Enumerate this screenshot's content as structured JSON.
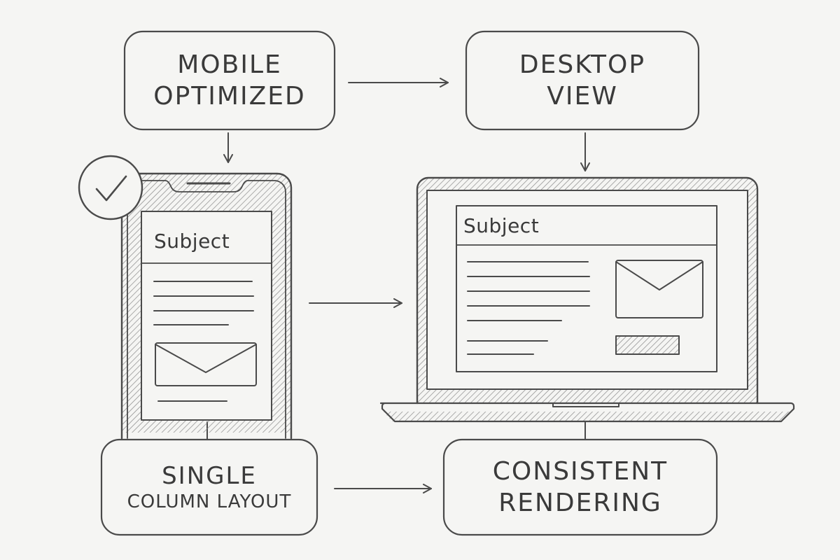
{
  "boxes": {
    "mobile_optimized": {
      "line1": "MOBILE",
      "line2": "OPTIMIZED"
    },
    "desktop_view": {
      "line1": "DESKTOP",
      "line2": "VIEW"
    },
    "single_column": {
      "line1": "SINGLE",
      "line2": "COLUMN LAYOUT"
    },
    "consistent_rendering": {
      "line1": "CONSISTENT",
      "line2": "RENDERING"
    }
  },
  "phone": {
    "subject": "Subject",
    "check_icon": "checkmark-icon",
    "envelope_icon": "envelope-icon"
  },
  "laptop": {
    "subject": "Subject",
    "envelope_icon": "envelope-icon"
  },
  "colors": {
    "background": "#f5f5f3",
    "stroke": "#4a4a4a"
  }
}
